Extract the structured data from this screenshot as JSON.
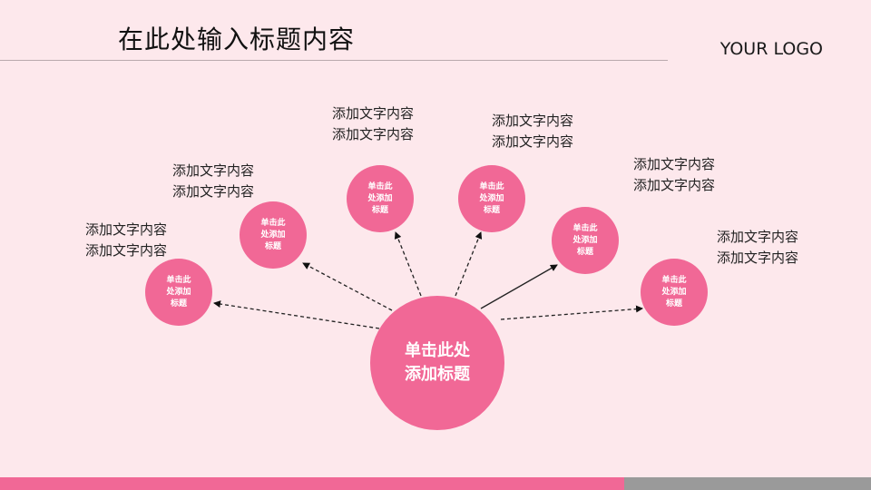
{
  "header": {
    "title": "在此处输入标题内容",
    "logo": "YOUR LOGO"
  },
  "colors": {
    "background": "#fde8ec",
    "node": "#f16896",
    "bar_pink": "#f16896",
    "bar_gray": "#9a9a9a"
  },
  "diagram": {
    "hub": {
      "label": "单击此处\n添加标题"
    },
    "branches": [
      {
        "label": "单击此\n处添加\n标题",
        "caption": "添加文字内容\n添加文字内容",
        "connector": "dashed"
      },
      {
        "label": "单击此\n处添加\n标题",
        "caption": "添加文字内容\n添加文字内容",
        "connector": "dashed"
      },
      {
        "label": "单击此\n处添加\n标题",
        "caption": "添加文字内容\n添加文字内容",
        "connector": "dashed"
      },
      {
        "label": "单击此\n处添加\n标题",
        "caption": "添加文字内容\n添加文字内容",
        "connector": "dashed"
      },
      {
        "label": "单击此\n处添加\n标题",
        "caption": "添加文字内容\n添加文字内容",
        "connector": "solid"
      },
      {
        "label": "单击此\n处添加\n标题",
        "caption": "添加文字内容\n添加文字内容",
        "connector": "dashed"
      }
    ]
  }
}
